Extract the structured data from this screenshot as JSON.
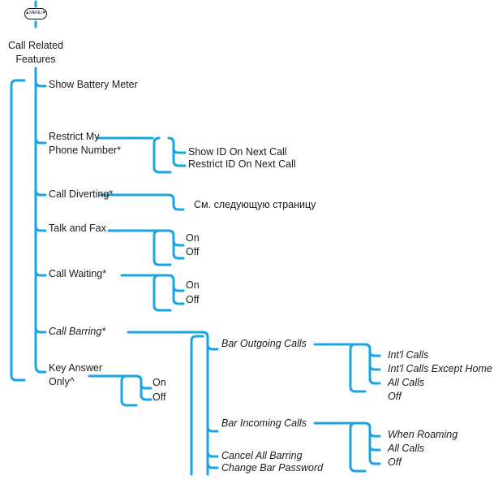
{
  "menu_key": {
    "label": "▲MENU▼"
  },
  "root": {
    "label_line1": "Call Related",
    "label_line2": "Features"
  },
  "items": {
    "show_battery": "Show Battery Meter",
    "restrict_line1": "Restrict My",
    "restrict_line2": "Phone Number*",
    "call_diverting": "Call Diverting*",
    "talk_fax": "Talk and Fax",
    "call_waiting": "Call Waiting*",
    "call_barring": "Call Barring*",
    "key_answer_line1": "Key Answer",
    "key_answer_line2": "Only^"
  },
  "restrict_options": [
    "Show ID On Next Call",
    "Restrict ID On Next Call"
  ],
  "diverting_note": "См. следующую страницу",
  "talk_fax_options": [
    "On",
    "Off"
  ],
  "call_waiting_options": [
    "On",
    "Off"
  ],
  "key_answer_options": [
    "On",
    "Off"
  ],
  "barring_options": [
    "Bar Outgoing Calls",
    "Bar Incoming Calls",
    "Cancel All Barring",
    "Change Bar Password"
  ],
  "outgoing_options": [
    "Int'l Calls",
    "Int'l Calls Except Home",
    "All Calls",
    "Off"
  ],
  "incoming_options": [
    "When Roaming",
    "All Calls",
    "Off"
  ],
  "colors": {
    "connector": "#1aa5e0",
    "text": "#1a1a1a"
  }
}
